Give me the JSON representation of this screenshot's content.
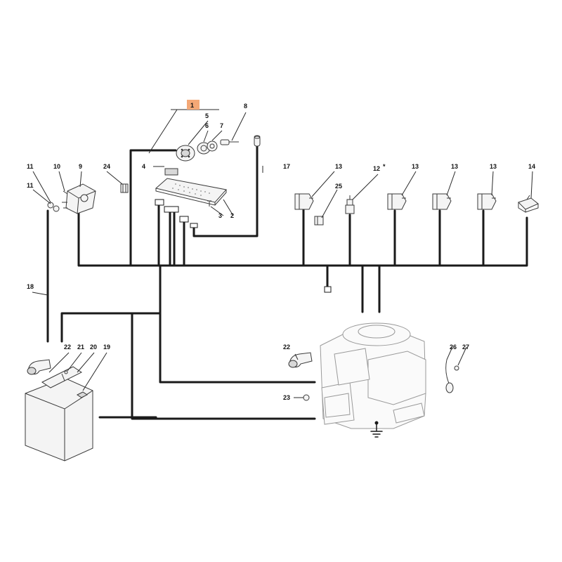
{
  "diagram": {
    "labels": [
      "1",
      "2",
      "3",
      "4",
      "5",
      "6",
      "7",
      "8",
      "9",
      "10",
      "11",
      "11",
      "12",
      "13",
      "13",
      "13",
      "13",
      "14",
      "17",
      "18",
      "19",
      "20",
      "21",
      "22",
      "22",
      "23",
      "24",
      "25",
      "26",
      "27"
    ],
    "highlight_color": "#f4a876",
    "wire_color": "#1a1a1a",
    "asterisk": "*",
    "ground_symbol": "ground-icon"
  }
}
